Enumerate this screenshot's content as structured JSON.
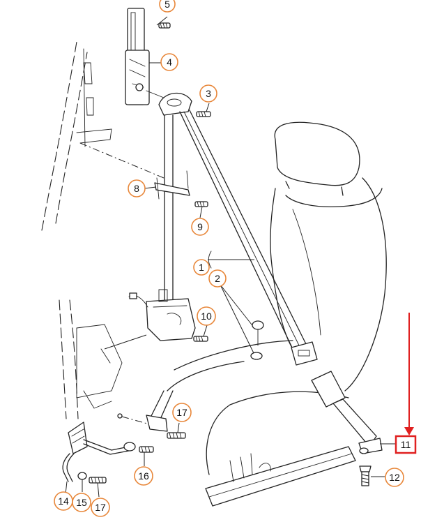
{
  "callouts": [
    {
      "id": "c5",
      "label": "5"
    },
    {
      "id": "c4",
      "label": "4"
    },
    {
      "id": "c3",
      "label": "3"
    },
    {
      "id": "c8",
      "label": "8"
    },
    {
      "id": "c9",
      "label": "9"
    },
    {
      "id": "c1",
      "label": "1"
    },
    {
      "id": "c2",
      "label": "2"
    },
    {
      "id": "c10",
      "label": "10"
    },
    {
      "id": "c17a",
      "label": "17"
    },
    {
      "id": "c11",
      "label": "11"
    },
    {
      "id": "c12",
      "label": "12"
    },
    {
      "id": "c16",
      "label": "16"
    },
    {
      "id": "c14",
      "label": "14"
    },
    {
      "id": "c15",
      "label": "15"
    },
    {
      "id": "c17b",
      "label": "17"
    }
  ],
  "highlight": {
    "target": "11",
    "color": "#e02020"
  }
}
